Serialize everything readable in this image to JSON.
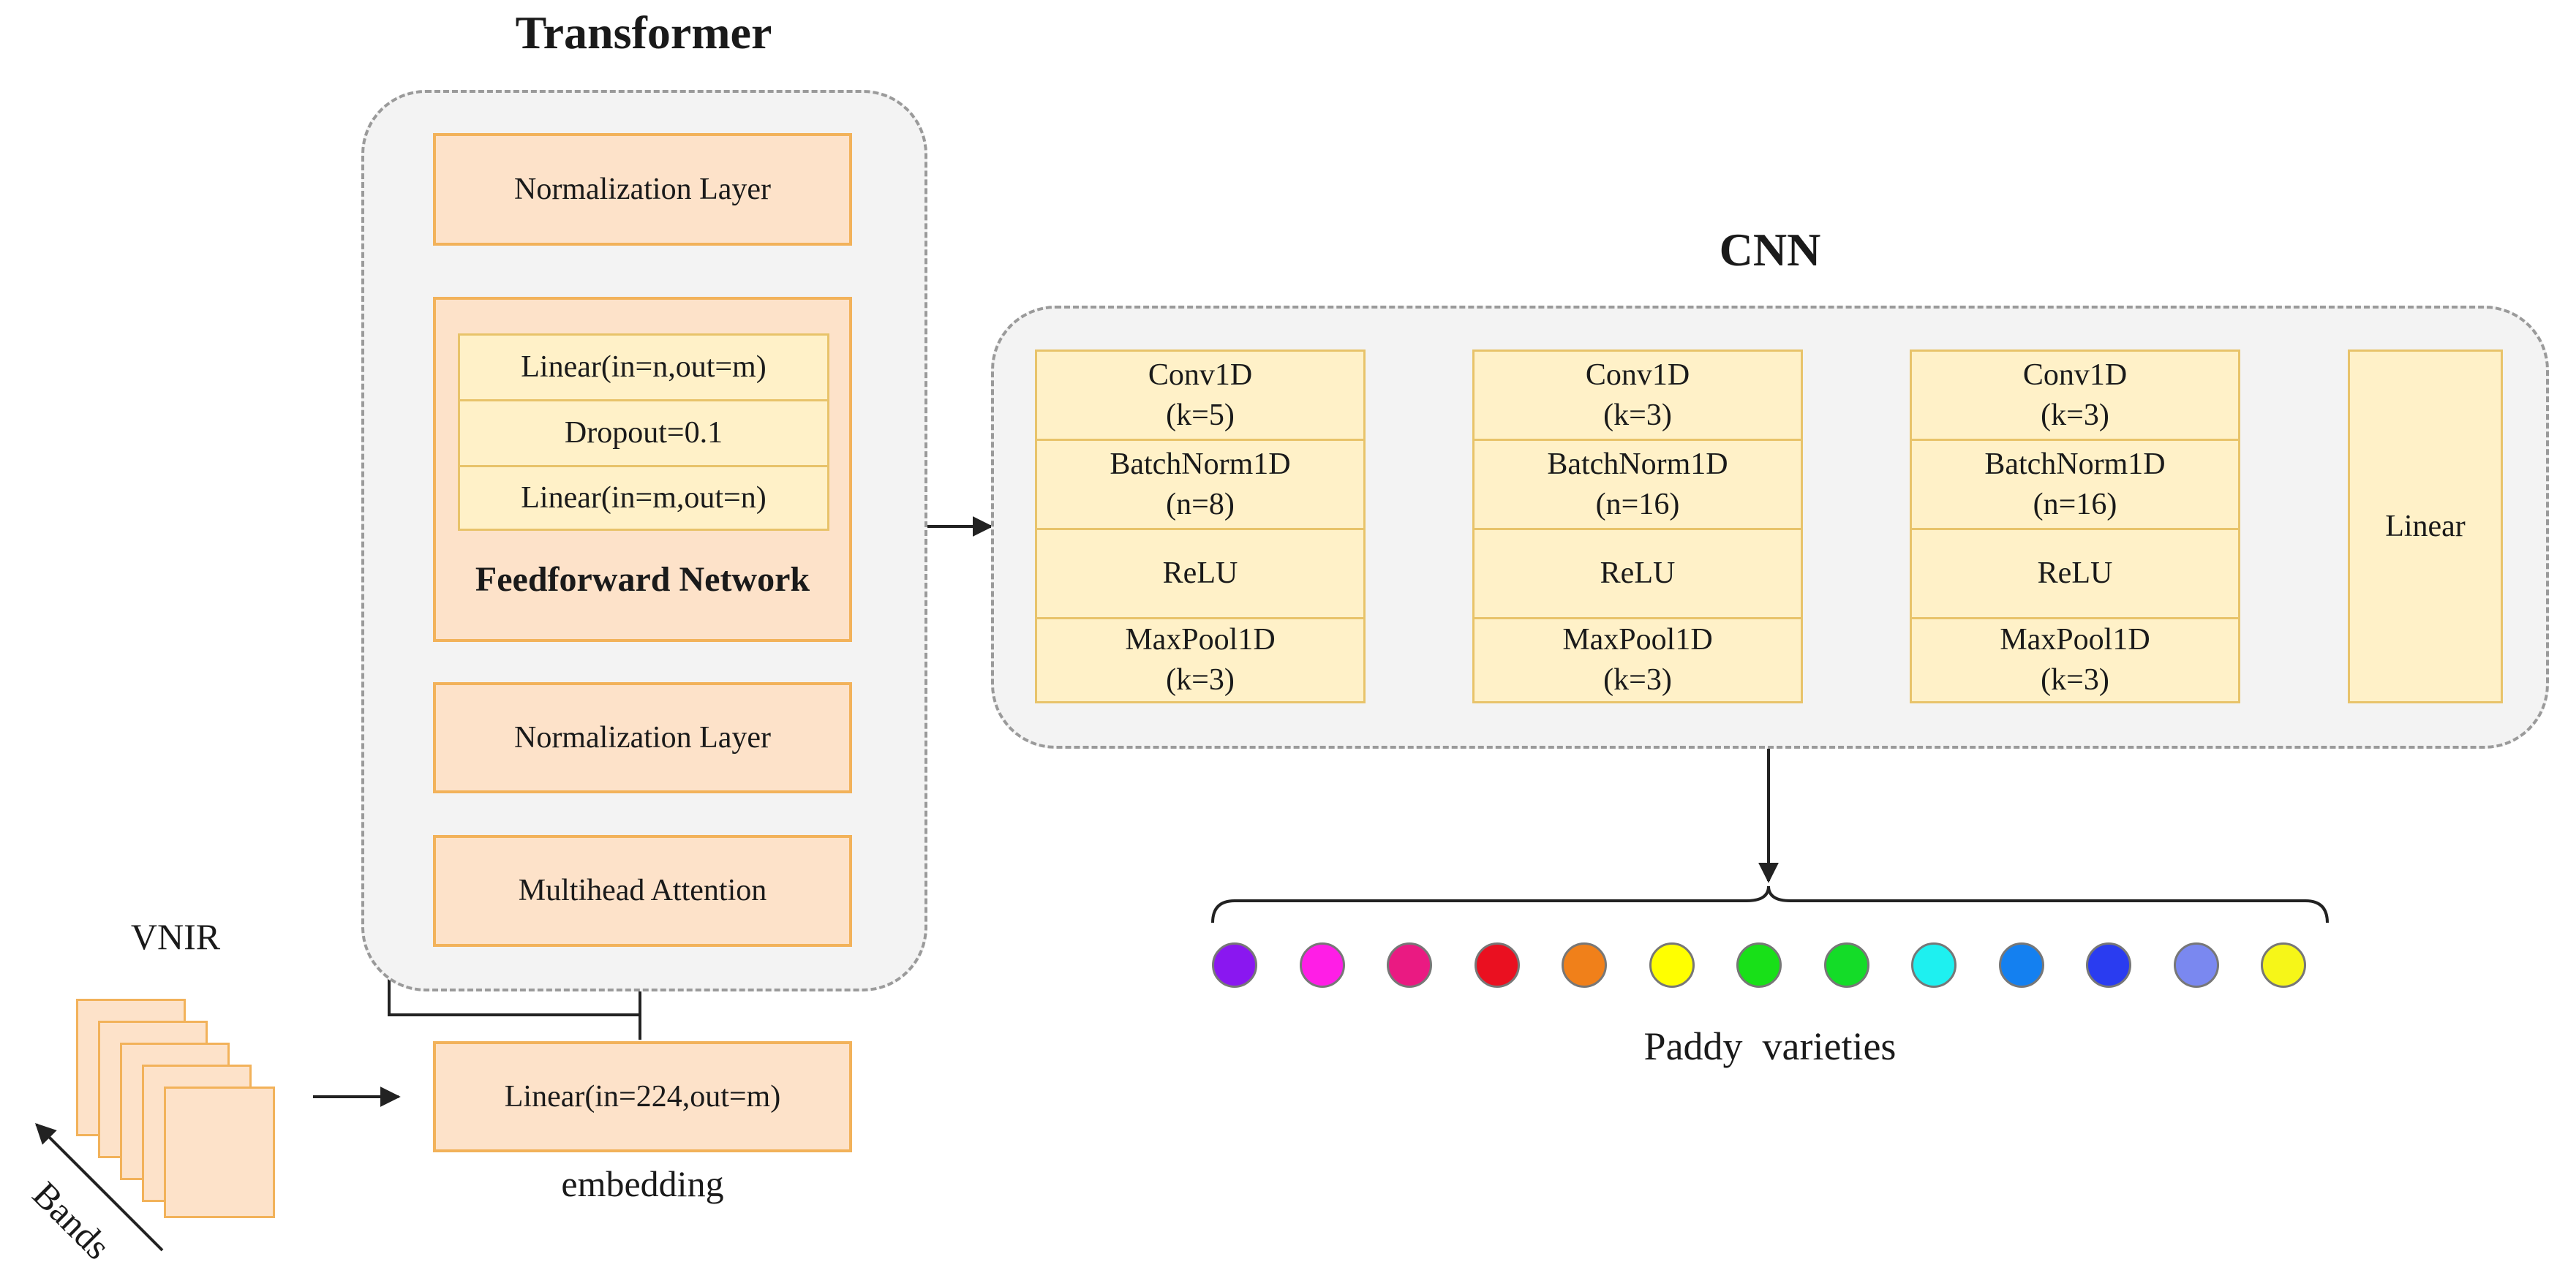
{
  "transformer": {
    "title": "Transformer",
    "norm_top": "Normalization Layer",
    "ffn": {
      "rows": [
        "Linear(in=n,out=m)",
        "Dropout=0.1",
        "Linear(in=m,out=n)"
      ],
      "label": "Feedforward Network"
    },
    "norm_bottom": "Normalization Layer",
    "attention": "Multihead Attention"
  },
  "embedding": {
    "box": "Linear(in=224,out=m)",
    "caption": "embedding"
  },
  "input": {
    "label": "VNIR",
    "axis_label": "Bands"
  },
  "cnn": {
    "title": "CNN",
    "blocks": [
      {
        "rows": [
          "Conv1D\n(k=5)",
          "BatchNorm1D\n(n=8)",
          "ReLU",
          "MaxPool1D\n(k=3)"
        ]
      },
      {
        "rows": [
          "Conv1D\n(k=3)",
          "BatchNorm1D\n(n=16)",
          "ReLU",
          "MaxPool1D\n(k=3)"
        ]
      },
      {
        "rows": [
          "Conv1D\n(k=3)",
          "BatchNorm1D\n(n=16)",
          "ReLU",
          "MaxPool1D\n(k=3)"
        ]
      }
    ],
    "linear": "Linear"
  },
  "output": {
    "label": "Paddy  varieties",
    "colors": [
      "#8a17f0",
      "#ff1ee6",
      "#ea1a82",
      "#ea1020",
      "#f0801a",
      "#ffff00",
      "#18e018",
      "#14dc28",
      "#1ef0f0",
      "#1480f0",
      "#2a3cf0",
      "#7a88f0",
      "#f6f618"
    ]
  }
}
